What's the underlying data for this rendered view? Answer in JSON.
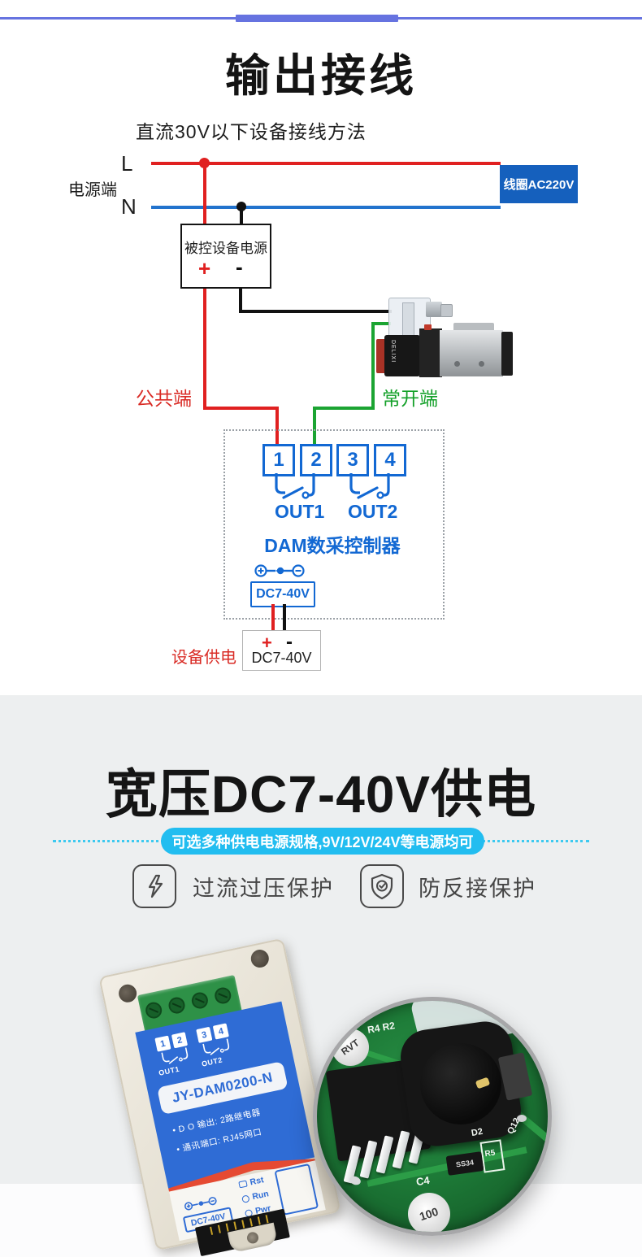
{
  "header": {
    "title": "输出接线",
    "subtitle": "直流30V以下设备接线方法",
    "banner_color": "#6673e0"
  },
  "diagram": {
    "phase_label": "L",
    "neutral_label": "N",
    "power_side_label": "电源端",
    "coil_box": "线圈AC220V",
    "controlled_power_box": "被控设备电源",
    "plus": "+",
    "minus": "-",
    "common_label": "公共端",
    "normally_open_label": "常开端",
    "valve_brand": "DELIXI",
    "terminals": [
      "1",
      "2",
      "3",
      "4"
    ],
    "out1": "OUT1",
    "out2": "OUT2",
    "controller_name": "DAM数采控制器",
    "dc_input_box": "DC7-40V",
    "supply_label": "设备供电",
    "supply_plus": "+",
    "supply_minus": "-",
    "supply_box": "DC7-40V",
    "wire_colors": {
      "live_red": "#e02020",
      "neutral_blue": "#2273cd",
      "normally_open_green": "#1ba432",
      "black": "#111111",
      "accent_blue": "#1268d3"
    }
  },
  "section2": {
    "title": "宽压DC7-40V供电",
    "badge": "可选多种供电电源规格,9V/12V/24V等电源均可",
    "badge_color": "#22bdf0",
    "features": [
      {
        "icon": "lightning-icon",
        "label": "过流过压保护"
      },
      {
        "icon": "shield-check-icon",
        "label": "防反接保护"
      }
    ]
  },
  "product": {
    "model": "JY-DAM0200-N",
    "terminals": [
      "1",
      "2",
      "3",
      "4"
    ],
    "out1": "OUT1",
    "out2": "OUT2",
    "specs": [
      "• D O 输出: 2路继电器",
      "• 通讯端口: RJ45网口"
    ],
    "indicators": [
      "Rst",
      "Run",
      "Pwr"
    ],
    "dc_box": "DC7-40V",
    "pcb": {
      "cap1": "RVT",
      "silk1": "R4 R2",
      "silk2": "D2",
      "silk3": "R5",
      "silk4": "Q12",
      "diode": "SS34",
      "silk5": "C4",
      "cap2": "100"
    }
  }
}
